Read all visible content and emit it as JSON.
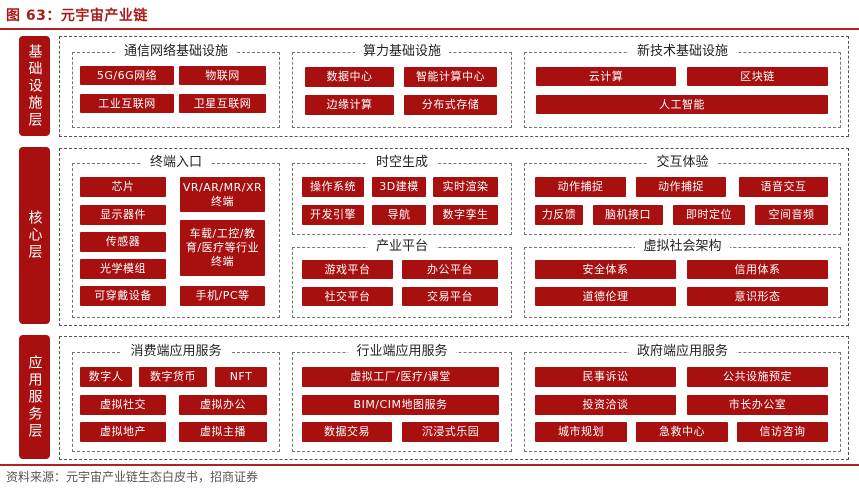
{
  "header": {
    "title": "图 63：元宇宙产业链"
  },
  "source": "资料来源：元宇宙产业链生态白皮书，招商证券",
  "layers": {
    "infra": "基础设施层",
    "core": "核心层",
    "app": "应用服务层"
  },
  "infra": {
    "comm": {
      "title": "通信网络基础设施",
      "items": [
        "5G/6G网络",
        "物联网",
        "工业互联网",
        "卫星互联网"
      ]
    },
    "compute": {
      "title": "算力基础设施",
      "items": [
        "数据中心",
        "智能计算中心",
        "边缘计算",
        "分布式存储"
      ]
    },
    "newtech": {
      "title": "新技术基础设施",
      "items": [
        "云计算",
        "区块链",
        "人工智能"
      ]
    }
  },
  "core": {
    "terminal": {
      "title": "终端入口",
      "items": [
        "芯片",
        "显示器件",
        "传感器",
        "光学模组",
        "可穿戴设备",
        "VR/AR/MR/XR终端",
        "车载/工控/教育/医疗等行业终端",
        "手机/PC等"
      ]
    },
    "spacetime": {
      "title": "时空生成",
      "items": [
        "操作系统",
        "3D建模",
        "实时渲染",
        "开发引擎",
        "导航",
        "数字孪生"
      ]
    },
    "platform": {
      "title": "产业平台",
      "items": [
        "游戏平台",
        "办公平台",
        "社交平台",
        "交易平台"
      ]
    },
    "interact": {
      "title": "交互体验",
      "items": [
        "动作捕捉",
        "动作捕捉",
        "语音交互",
        "力反馈",
        "脑机接口",
        "即时定位",
        "空间音频"
      ]
    },
    "society": {
      "title": "虚拟社会架构",
      "items": [
        "安全体系",
        "信用体系",
        "道德伦理",
        "意识形态"
      ]
    }
  },
  "app": {
    "consumer": {
      "title": "消费端应用服务",
      "items": [
        "数字人",
        "数字货币",
        "NFT",
        "虚拟社交",
        "虚拟办公",
        "虚拟地产",
        "虚拟主播"
      ]
    },
    "industry": {
      "title": "行业端应用服务",
      "items": [
        "虚拟工厂/医疗/课堂",
        "BIM/CIM地图服务",
        "数据交易",
        "沉浸式乐园"
      ]
    },
    "gov": {
      "title": "政府端应用服务",
      "items": [
        "民事诉讼",
        "公共设施预定",
        "投资洽谈",
        "市长办公室",
        "城市规划",
        "急救中心",
        "信访咨询"
      ]
    }
  },
  "colors": {
    "accent": "#a81010",
    "rule": "#b22222"
  }
}
